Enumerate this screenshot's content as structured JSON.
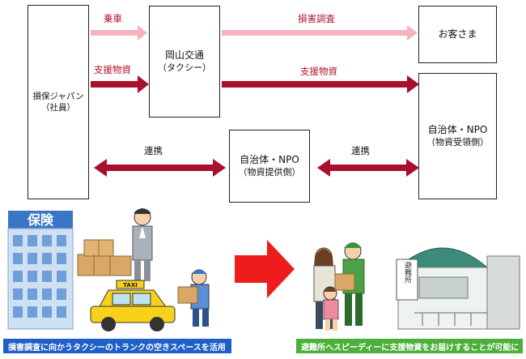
{
  "nodes": {
    "sompo": {
      "line1": "損保ジャパン",
      "line2": "（社員）"
    },
    "okayama": {
      "line1": "岡山交通",
      "line2": "（タクシー）"
    },
    "customer": {
      "line1": "お客さま"
    },
    "receiver": {
      "line1": "自治体・NPO",
      "line2": "（物資受領側）"
    },
    "provider": {
      "line1": "自治体・NPO",
      "line2": "（物資提供側）"
    }
  },
  "edges": {
    "ride": "乗車",
    "supplies_left": "支援物資",
    "damage_survey": "損害調査",
    "supplies_right": "支援物資",
    "link_left": "連携",
    "link_right": "連携"
  },
  "illustrations": {
    "building_sign": "保険",
    "taxi_sign": "TAXI",
    "shelter_sign": "避難所"
  },
  "banners": {
    "left": "損害調査に向かうタクシーのトランクの空きスペースを活用",
    "right": "避難所へスピーディーに支援物資をお届けすることが可能に"
  },
  "colors": {
    "dark_red": "#a8102c",
    "light_pink": "#f4b3bd",
    "banner_blue": "#1f5fc9",
    "banner_green": "#4caf3a",
    "big_arrow_red": "#ee1c1c"
  }
}
